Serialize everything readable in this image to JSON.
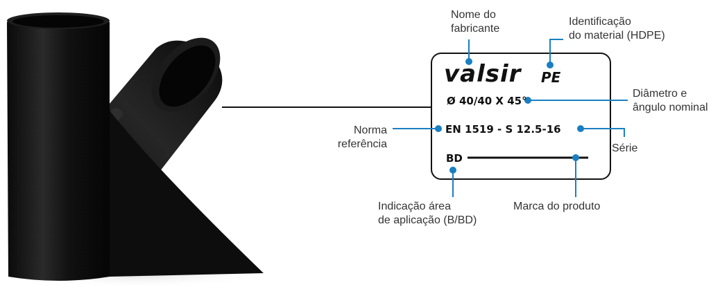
{
  "product": {
    "image_name": "pipe-wye-fitting"
  },
  "marking": {
    "brand": "valsir",
    "material_code": "PE",
    "diameter_angle": "Ø 40/40  X  45°",
    "standard_series": "EN 1519 - S 12.5-16",
    "application_area": "BD"
  },
  "callouts": {
    "manufacturer_name": "Nome do\nfabricante",
    "material_identification": "Identificação\ndo material (HDPE)",
    "diameter_nominal_angle": "Diâmetro e\nângulo nominal",
    "reference_standard": "Norma\nreferência",
    "series": "Série",
    "application_indication": "Indicação área\nde aplicação (B/BD)",
    "product_mark": "Marca do produto"
  },
  "colors": {
    "accent": "#1a7fc1",
    "pipe": "#111111",
    "line": "#111111"
  }
}
